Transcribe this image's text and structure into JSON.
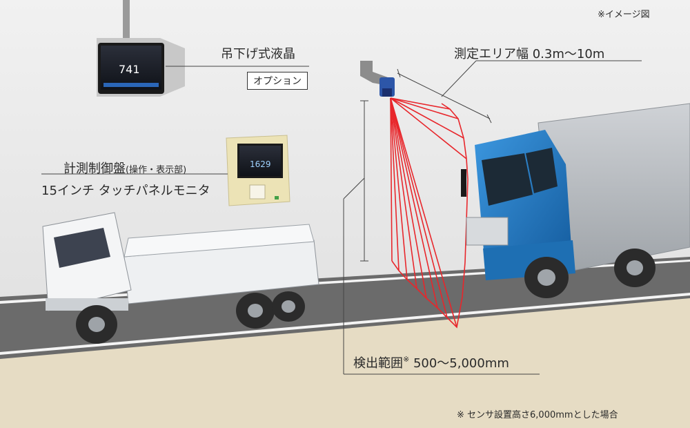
{
  "image_note": "※イメージ図",
  "hanging_lcd": {
    "label": "吊下げ式液晶",
    "option_badge": "オプション",
    "screen_value": "741"
  },
  "control_panel": {
    "label_main": "計測制御盤",
    "label_sub": "(操作・表示部)",
    "monitor": "15インチ タッチパネルモニタ",
    "screen_value": "1629"
  },
  "measurement_width": "測定エリア幅 0.3m〜10m",
  "detection_range": {
    "label": "検出範囲",
    "mark": "※",
    "value": "500〜5,000mm"
  },
  "footnote": "※ センサ設置高さ6,000mmとした場合",
  "colors": {
    "laser": "#e8262b",
    "truck_cab": "#1f7dc8",
    "road": "#6b6b6b",
    "ground": "#e6dcc4",
    "sky": "#e9e9e9"
  }
}
